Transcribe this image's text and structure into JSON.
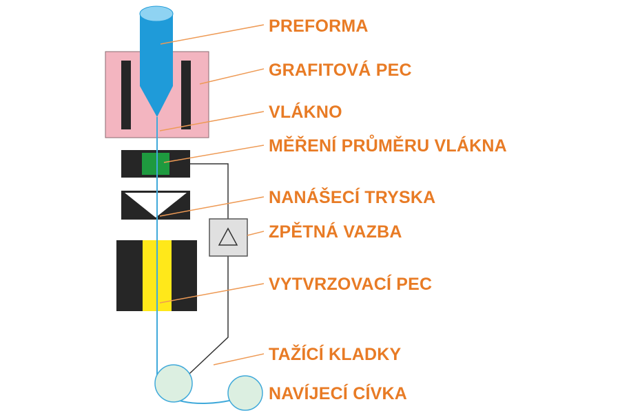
{
  "colors": {
    "label": "#E87B25",
    "leader_line": "#EE9A55",
    "preform": "#1F9BD9",
    "preform_top": "#8FD3F2",
    "fiber": "#3FA9DA",
    "furnace_body": "#F3B5C0",
    "dark": "#262626",
    "sensor": "#1E9A3F",
    "curing_core": "#FFE81A",
    "feedback_box": "#E0E0E0",
    "wheel": "#DCEFE1",
    "control_line": "#333333"
  },
  "labels": {
    "preforma": "PREFORMA",
    "grafitova_pec": "GRAFITOVÁ PEC",
    "vlakno": "VLÁKNO",
    "mereni_prumeru": "MĚŘENÍ PRŮMĚRU VLÁKNA",
    "nanaseci_tryska": "NANÁŠECÍ TRYSKA",
    "zpetna_vazba": "ZPĚTNÁ VAZBA",
    "vytvrzovaci_pec": "VYTVRZOVACÍ PEC",
    "tazici_kladky": "TAŽÍCÍ KLADKY",
    "navijeci_civka": "NAVÍJECÍ CÍVKA"
  },
  "icons": {
    "feedback": "triangle-outline-icon"
  }
}
